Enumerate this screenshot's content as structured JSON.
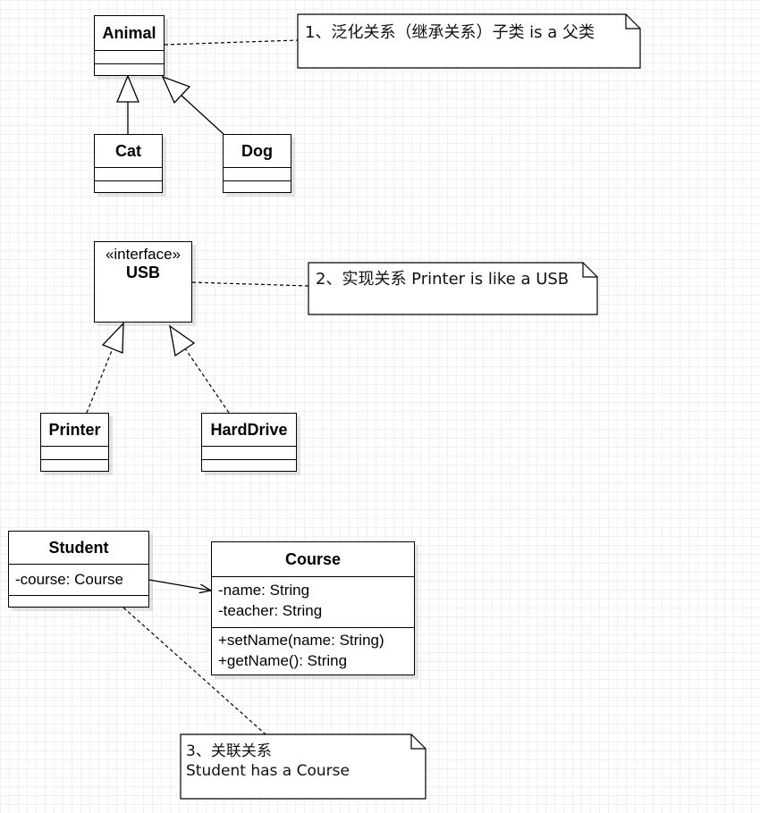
{
  "classes": {
    "animal": {
      "name": "Animal"
    },
    "cat": {
      "name": "Cat"
    },
    "dog": {
      "name": "Dog"
    },
    "usb": {
      "stereotype": "«interface»",
      "name": "USB"
    },
    "printer": {
      "name": "Printer"
    },
    "harddrive": {
      "name": "HardDrive"
    },
    "student": {
      "name": "Student",
      "attributes": [
        "-course: Course"
      ]
    },
    "course": {
      "name": "Course",
      "attributes": [
        "-name: String",
        "-teacher: String"
      ],
      "methods": [
        "+setName(name: String)",
        "+getName(): String"
      ]
    }
  },
  "notes": {
    "generalization": {
      "text": "1、泛化关系（继承关系）子类 is a 父类"
    },
    "realization": {
      "text": "2、实现关系 Printer is like a USB"
    },
    "association": {
      "line1": "3、关联关系",
      "line2": "Student has a Course"
    }
  },
  "colors": {
    "line": "#000000",
    "grid": "#f0f0f0",
    "background": "#ffffff"
  }
}
